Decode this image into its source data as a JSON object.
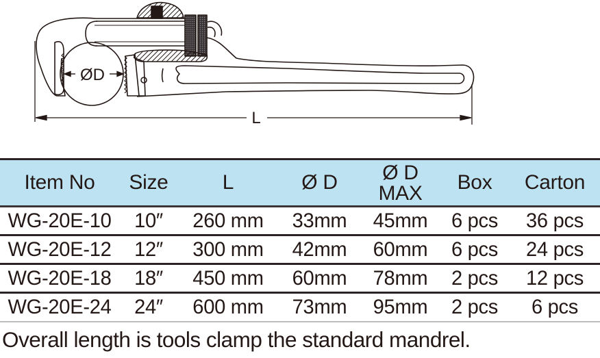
{
  "drawing": {
    "diameter_label": "ØD",
    "length_label": "L",
    "description": "pipe wrench technical drawing"
  },
  "table": {
    "header_color": "#bde3f2",
    "headers": {
      "item_no": "Item No",
      "size": "Size",
      "length": "L",
      "diameter": "Ø D",
      "diameter_max_line1": "Ø D",
      "diameter_max_line2": "MAX",
      "box": "Box",
      "carton": "Carton"
    },
    "rows": [
      {
        "item_no": "WG-20E-10",
        "size": "10″",
        "length": "260 mm",
        "diameter": "33mm",
        "diameter_max": "45mm",
        "box": "6 pcs",
        "carton": "36 pcs"
      },
      {
        "item_no": "WG-20E-12",
        "size": "12″",
        "length": "300 mm",
        "diameter": "42mm",
        "diameter_max": "60mm",
        "box": "6 pcs",
        "carton": "24 pcs"
      },
      {
        "item_no": "WG-20E-18",
        "size": "18″",
        "length": "450 mm",
        "diameter": "60mm",
        "diameter_max": "78mm",
        "box": "2 pcs",
        "carton": "12 pcs"
      },
      {
        "item_no": "WG-20E-24",
        "size": "24″",
        "length": "600 mm",
        "diameter": "73mm",
        "diameter_max": "95mm",
        "box": "2 pcs",
        "carton": "6 pcs"
      }
    ]
  },
  "footnote": "Overall length is tools clamp the standard mandrel."
}
